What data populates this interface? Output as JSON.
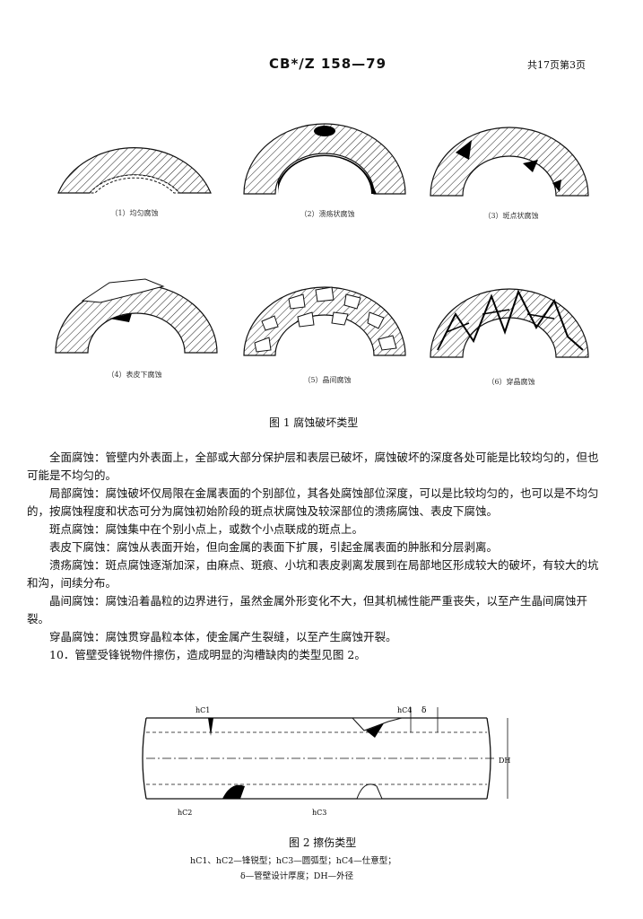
{
  "header": {
    "code": "CB*/Z 158—79",
    "page": "共17页第3页"
  },
  "figure1": {
    "title": "图 1    腐蚀破坏类型",
    "subfigures": [
      {
        "label": "（1）均匀腐蚀"
      },
      {
        "label": "（2）溃疡状腐蚀"
      },
      {
        "label": "（3）斑点状腐蚀"
      },
      {
        "label": "（4）表皮下腐蚀"
      },
      {
        "label": "（5）晶间腐蚀"
      },
      {
        "label": "（6）穿晶腐蚀"
      }
    ]
  },
  "body": {
    "paragraphs": [
      "全面腐蚀：管壁内外表面上，全部或大部分保护层和表层已破坏，腐蚀破坏的深度各处可能是比较均匀的，但也可能是不均匀的。",
      "局部腐蚀：腐蚀破坏仅局限在金属表面的个别部位，其各处腐蚀部位深度，可以是比较均匀的，也可以是不均匀的，按腐蚀程度和状态可分为腐蚀初始阶段的斑点状腐蚀及较深部位的溃疡腐蚀、表皮下腐蚀。",
      "斑点腐蚀：腐蚀集中在个别小点上，或数个小点联成的斑点上。",
      "表皮下腐蚀：腐蚀从表面开始，但向金属的表面下扩展，引起金属表面的肿胀和分层剥离。",
      "溃疡腐蚀：斑点腐蚀逐渐加深，由麻点、斑痕、小坑和表皮剥离发展到在局部地区形成较大的破坏，有较大的坑和沟，间续分布。",
      "晶间腐蚀：腐蚀沿着晶粒的边界进行，虽然金属外形变化不大，但其机械性能严重丧失，以至产生晶间腐蚀开裂。",
      "穿晶腐蚀：腐蚀贯穿晶粒本体，使金属产生裂缝，以至产生腐蚀开裂。",
      "10．管壁受锋锐物件擦伤，造成明显的沟槽缺肉的类型见图 2。"
    ]
  },
  "figure2": {
    "title": "图 2    擦伤类型",
    "legend_line1": "hC1、hC2—锋锐型；hC3—圆弧型；hC4—仕意型；",
    "legend_line2": "δ—管壁设计厚度；DH—外径",
    "labels": {
      "h1": "hC1",
      "h2": "hC2",
      "h3": "hC3",
      "h4": "hC4",
      "delta": "δ",
      "dh": "DH"
    }
  }
}
